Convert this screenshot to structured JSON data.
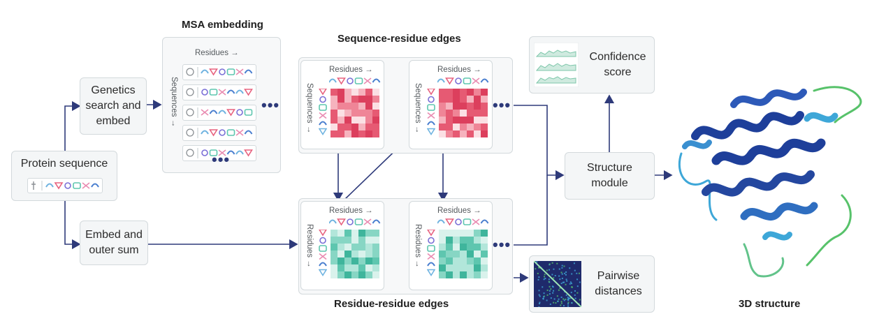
{
  "titles": {
    "msa_embedding": "MSA embedding",
    "sequence_residue_edges": "Sequence-residue edges",
    "residue_residue_edges": "Residue-residue edges",
    "structure_3d": "3D structure"
  },
  "boxes": {
    "protein_sequence": "Protein sequence",
    "genetics": "Genetics\nsearch and\nembed",
    "embed_outer": "Embed and\nouter sum",
    "structure_module": "Structure\nmodule",
    "confidence": "Confidence\nscore",
    "pairwise": "Pairwise\ndistances"
  },
  "axis_labels": {
    "residues": "Residues →",
    "sequences": "Sequences →",
    "residues_vertical": "Residues →"
  },
  "ellipsis": "•••",
  "colors": {
    "arrow": "#2e3a7a",
    "box_bg": "#f4f6f7",
    "box_border": "#d3d9dc",
    "pink_scale": [
      "#fbe0e4",
      "#f6b3be",
      "#ef8597",
      "#e65a73",
      "#dc3f5d"
    ],
    "teal_scale": [
      "#d9f2ec",
      "#b2e6da",
      "#87d6c4",
      "#5ec6af",
      "#3fb59c"
    ],
    "glyph_palette": [
      "#6fb3e0",
      "#e7627f",
      "#7a6fd6",
      "#5ec6af",
      "#e98bb1",
      "#4a7fcf"
    ],
    "protein_blue": "#1e3f9a",
    "protein_cyan": "#3ea7d8",
    "protein_green": "#57c26a"
  },
  "icons": {
    "residue_glyph": "residue-glyph-icon",
    "species_icon": "organism-icon",
    "heatmap": "heatmap-icon",
    "distance_map": "distance-map-icon",
    "confidence_plot": "confidence-plot-icon",
    "protein": "protein-ribbon-icon"
  }
}
